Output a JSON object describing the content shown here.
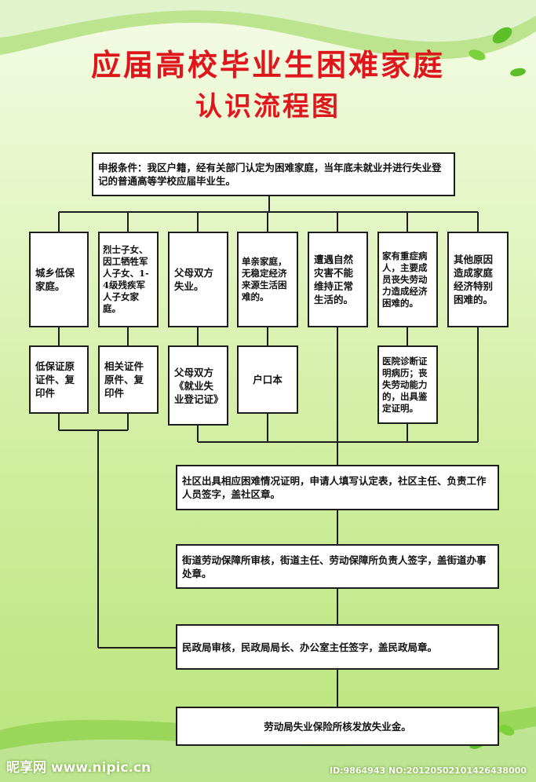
{
  "title": {
    "line1": "应届高校毕业生困难家庭",
    "line2": "认识流程图"
  },
  "condition": "申报条件：我区户籍，经有关部门认定为困难家庭，当年底未就业并进行失业登记的普通高等学校应届毕业生。",
  "categories": [
    "城乡低保家庭。",
    "烈士子女、因工牺牲军人子女、1-4级残疾军人子女家庭。",
    "父母双方失业。",
    "单亲家庭，无稳定经济来源生活困难的。",
    "遭遇自然灾害不能维持正常生活的。",
    "家有重症病人，主要成员丧失劳动力造成经济困难的。",
    "其他原因造成家庭经济特别困难的。"
  ],
  "documents": [
    "低保证原证件、复印件",
    "相关证件原件、复印件",
    "父母双方《就业失业登记证》",
    "户口本",
    "医院诊断证明病历；丧失劳动能力的，出具鉴定证明。"
  ],
  "steps": [
    "社区出具相应困难情况证明，申请人填写认定表，社区主任、负责工作人员签字，盖社区章。",
    "街道劳动保障所审核，街道主任、劳动保障所负责人签字，盖街道办事处章。",
    "民政局审核，民政局局长、办公室主任签字，盖民政局章。",
    "劳动局失业保险所核发放失业金。"
  ],
  "watermark": {
    "site": "昵享网 www.nipic.cn",
    "id": "ID:9864943 NO:20120502101426438000"
  },
  "colors": {
    "title": "#e0161d",
    "line": "#1d1d1d",
    "background": "#cfee9e"
  }
}
